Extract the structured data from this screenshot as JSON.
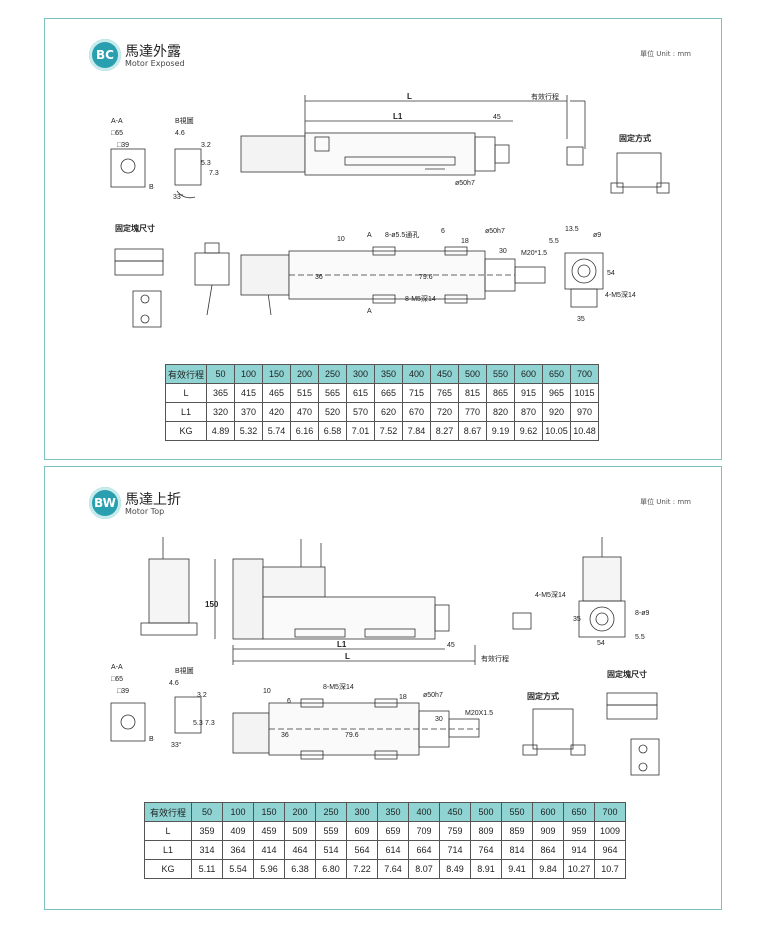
{
  "sections": [
    {
      "badge": "BC",
      "title_cn": "馬達外露",
      "title_en": "Motor Exposed",
      "unit": "單位 Unit : mm",
      "labels": {
        "L": "L",
        "L1": "L1",
        "d45": "45",
        "stroke": "有效行程",
        "fix": "固定方式",
        "aa": "A-A",
        "bview": "B視圖",
        "sq65": "□65",
        "sq39": "□39",
        "d46": "4.6",
        "d32": "3.2",
        "d53": "5.3",
        "d73": "7.3",
        "d33": "33°",
        "phi50h7": "ø50h7",
        "blocksize": "固定塊尺寸",
        "d10": "10",
        "holes": "8-ø5.5通孔",
        "d6": "6",
        "d18": "18",
        "phi50h7b": "ø50h7",
        "d30": "30",
        "m20": "M20*1.5",
        "m5": "8-M5深14",
        "d36": "36",
        "d79": "79.6",
        "d135": "13.5",
        "d55": "5.5",
        "phi9": "ø9",
        "d54": "54",
        "m5b": "4-M5深14",
        "d35": "35",
        "a1": "A",
        "a2": "A",
        "b": "B"
      },
      "table": {
        "head": "有效行程",
        "strokes": [
          "50",
          "100",
          "150",
          "200",
          "250",
          "300",
          "350",
          "400",
          "450",
          "500",
          "550",
          "600",
          "650",
          "700"
        ],
        "rows": [
          {
            "name": "L",
            "values": [
              "365",
              "415",
              "465",
              "515",
              "565",
              "615",
              "665",
              "715",
              "765",
              "815",
              "865",
              "915",
              "965",
              "1015"
            ]
          },
          {
            "name": "L1",
            "values": [
              "320",
              "370",
              "420",
              "470",
              "520",
              "570",
              "620",
              "670",
              "720",
              "770",
              "820",
              "870",
              "920",
              "970"
            ]
          },
          {
            "name": "KG",
            "values": [
              "4.89",
              "5.32",
              "5.74",
              "6.16",
              "6.58",
              "7.01",
              "7.52",
              "7.84",
              "8.27",
              "8.67",
              "9.19",
              "9.62",
              "10.05",
              "10.48"
            ]
          }
        ]
      }
    },
    {
      "badge": "BW",
      "title_cn": "馬達上折",
      "title_en": "Motor Top",
      "unit": "單位 Unit : mm",
      "labels": {
        "L": "L",
        "L1": "L1",
        "d45": "45",
        "stroke": "有效行程",
        "fix": "固定方式",
        "aa": "A-A",
        "bview": "B視圖",
        "sq65": "□65",
        "sq39": "□39",
        "d46": "4.6",
        "d32": "3.2",
        "d53": "5.3",
        "d73": "7.3",
        "d33": "33°",
        "d150": "150",
        "m5top": "4-M5深14",
        "phi9": "8-ø9",
        "d54": "54",
        "d35": "35",
        "d55": "5.5",
        "d10": "10",
        "d6": "6",
        "m5": "8-M5深14",
        "d18": "18",
        "phi50h7": "ø50h7",
        "d30": "30",
        "m20": "M20X1.5",
        "d36": "36",
        "d79": "79.6",
        "blocksize": "固定塊尺寸",
        "b": "B"
      },
      "table": {
        "head": "有效行程",
        "strokes": [
          "50",
          "100",
          "150",
          "200",
          "250",
          "300",
          "350",
          "400",
          "450",
          "500",
          "550",
          "600",
          "650",
          "700"
        ],
        "rows": [
          {
            "name": "L",
            "values": [
              "359",
              "409",
              "459",
              "509",
              "559",
              "609",
              "659",
              "709",
              "759",
              "809",
              "859",
              "909",
              "959",
              "1009"
            ]
          },
          {
            "name": "L1",
            "values": [
              "314",
              "364",
              "414",
              "464",
              "514",
              "564",
              "614",
              "664",
              "714",
              "764",
              "814",
              "864",
              "914",
              "964"
            ]
          },
          {
            "name": "KG",
            "values": [
              "5.11",
              "5.54",
              "5.96",
              "6.38",
              "6.80",
              "7.22",
              "7.64",
              "8.07",
              "8.49",
              "8.91",
              "9.41",
              "9.84",
              "10.27",
              "10.7"
            ]
          }
        ]
      }
    }
  ]
}
